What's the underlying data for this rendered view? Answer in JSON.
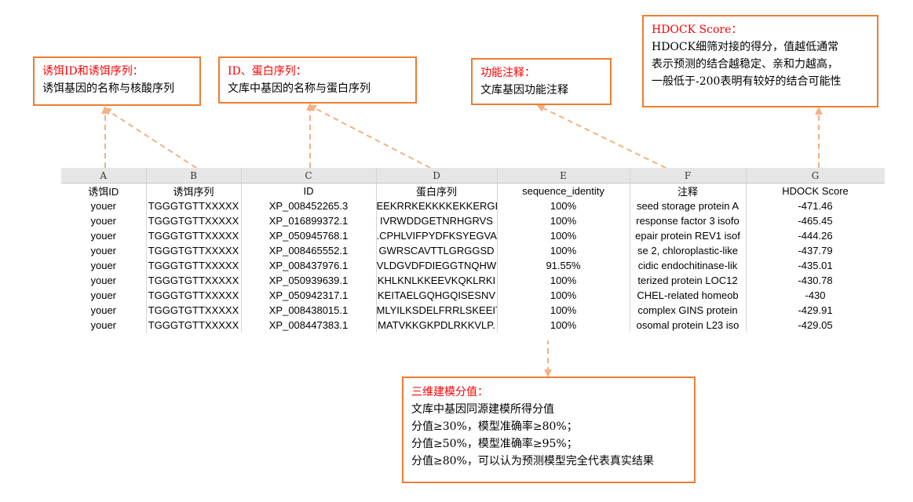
{
  "callouts": {
    "bait": {
      "title": "诱饵ID和诱饵序列：",
      "lines": [
        "诱饵基因的名称与核酸序列"
      ]
    },
    "protein": {
      "title": "ID、蛋白序列：",
      "lines": [
        "文库中基因的名称与蛋白序列"
      ]
    },
    "annotation": {
      "title": "功能注释：",
      "lines": [
        "文库基因功能注释"
      ]
    },
    "hdock": {
      "title": "HDOCK Score：",
      "lines": [
        "HDOCK细筛对接的得分，值越低通常",
        "表示预测的结合越稳定、亲和力越高，",
        "一般低于-200表明有较好的结合可能性"
      ]
    },
    "modeling": {
      "title": "三维建模分值：",
      "lines": [
        "文库中基因同源建模所得分值",
        "分值≥30%，模型准确率≥80%；",
        "分值≥50%，模型准确率≥95%；",
        "分值≥80%，可以认为预测模型完全代表真实结果"
      ]
    }
  },
  "sheet": {
    "column_letters": [
      "A",
      "B",
      "C",
      "D",
      "E",
      "F",
      "G"
    ],
    "headers": [
      "诱饵ID",
      "诱饵序列",
      "ID",
      "蛋白序列",
      "sequence_identity",
      "注释",
      "HDOCK Score"
    ],
    "rows": [
      [
        "youer",
        "TGGGTGTTXXXXX",
        "XP_008452265.3",
        "EEKRRKEKKKKEKKERGI",
        "100%",
        "seed storage protein A",
        "-471.46"
      ],
      [
        "youer",
        "TGGGTGTTXXXXX",
        "XP_016899372.1",
        "IVRWDDGETNRHGRVS",
        "100%",
        "response factor 3 isofo",
        "-465.45"
      ],
      [
        "youer",
        "TGGGTGTTXXXXX",
        "XP_050945768.1",
        ".CPHLVIFPYDFKSYEGVA",
        "100%",
        "epair protein REV1 isof",
        "-444.26"
      ],
      [
        "youer",
        "TGGGTGTTXXXXX",
        "XP_008465552.1",
        "GWRSCAVTTLGRGGSD",
        "100%",
        "se 2, chloroplastic-like",
        "-437.79"
      ],
      [
        "youer",
        "TGGGTGTTXXXXX",
        "XP_008437976.1",
        "VLDGVDFDIEGGTNQHW",
        "91.55%",
        "cidic endochitinase-lik",
        "-435.01"
      ],
      [
        "youer",
        "TGGGTGTTXXXXX",
        "XP_050939639.1",
        "KHLKNLKKEEVKQKLRKI",
        "100%",
        "terized protein LOC12",
        "-430.78"
      ],
      [
        "youer",
        "TGGGTGTTXXXXX",
        "XP_050942317.1",
        "KEITAELGQHGQISESNV",
        "100%",
        "CHEL-related homeob",
        "-430"
      ],
      [
        "youer",
        "TGGGTGTTXXXXX",
        "XP_008438015.1",
        "MLYILKSDELFRRLSKEEIT",
        "100%",
        "complex GINS protein",
        "-429.91"
      ],
      [
        "youer",
        "TGGGTGTTXXXXX",
        "XP_008447383.1",
        "MATVKKGKPDLRKKVLP.",
        "100%",
        "osomal protein L23 iso",
        "-429.05"
      ]
    ]
  },
  "colors": {
    "callout_border": "#ed7d31",
    "title_text": "#ff0000",
    "connector": "#f4b183"
  }
}
